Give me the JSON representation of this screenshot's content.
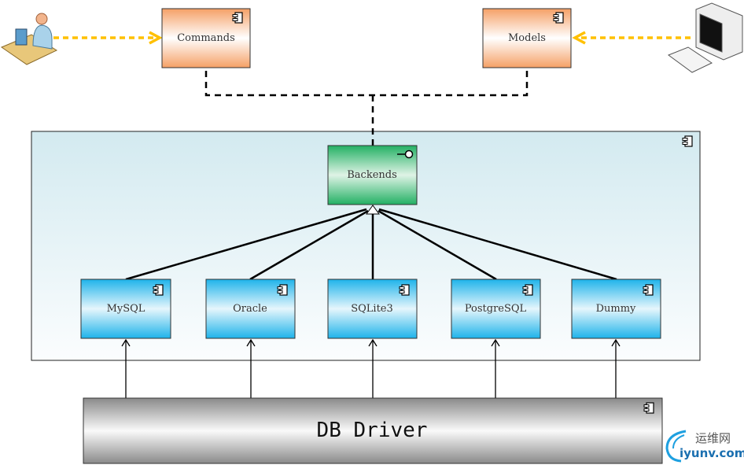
{
  "components": {
    "commands": "Commands",
    "models": "Models",
    "backends": "Backends",
    "mysql": "MySQL",
    "oracle": "Oracle",
    "sqlite3": "SQLite3",
    "postgresql": "PostgreSQL",
    "dummy": "Dummy",
    "db_driver": "DB Driver"
  },
  "actors": [
    "user-at-computer-icon",
    "computer-terminal-icon"
  ],
  "colors": {
    "orange": "#f5a066",
    "green": "#22b063",
    "blue": "#1eb3ea",
    "gray": "#9a9a9a",
    "dependency_arrow": "#ffc000",
    "container": "#d3eaf0"
  },
  "watermark": {
    "cn": "运维网",
    "site": "iyunv.com"
  }
}
